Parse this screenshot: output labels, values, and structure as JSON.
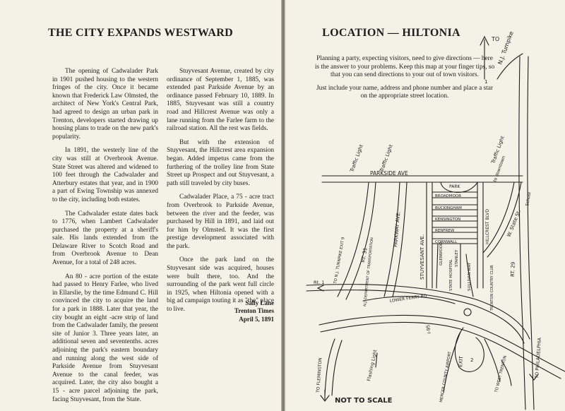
{
  "left_page": {
    "title": "THE CITY EXPANDS WESTWARD",
    "column1": [
      "The opening of Cadwalader Park in 1901 pushed housing to the western fringes of the city. Once it became known that Frederick Law Olmsted, the architect of New York's Central Park, had agreed to design an urban park in Trenton, developers started drawing up housing plans to trade on the new park's popularity.",
      "In 1891, the westerly line of the city was still at Overbrook Avenue. State Street was altered and widened to 100 feet through the Cadwalader and Atterbury estates that year, and in 1900 a part of Ewing Township was annexed to the city, including both estates.",
      "The Cadwalader estate dates back to 1776, when Lambert Cadwalader purchased the property at a sheriff's sale. His lands extended from the Delaware River to Scotch Road and from Overbrook Avenue to Dean Avenue, for a total of 248 acres.",
      "An 80 - acre portion of the estate had passed to Henry Farlee, who lived in Ellarslie, by the time Edmund C. Hill convinced the city to acquire the land for a park in 1888. Later that year, the city bought an eight -acre strip of land from the Cadwalader family, the present site of Junior 3. Three years later, an additional seven and seventenths. acres adjoining the park's eastern boundary and running along the west side of Parkside Avenue from Stuyvesant Avenue to the canal feeder, was acquired. Later, the city also bought a 15 - acre parcel adjoining the park, facing Stuyvesant, from the State."
    ],
    "column2": [
      "Stuyvesant Avenue, created by city ordinance of September 1, 1885, was extended past Parkside Avenue by an ordinance passed February 10, 1889. In 1885, Stuyvesant was still a country road and Hillcrest Avenue was only a lane running from the Farlee farm to the railroad station. All the rest was fields.",
      "But with the extension of Stuyvesant, the Hillcrest area expansion began. Added impetus came from the furthering of the trolley line from State Street up Prospect and out Stuyvesant, a path still traveled by city buses.",
      "Cadwalader Place, a 75 - acre tract from Overbrook to Parkside Avenue, between the river and the feeder, was purchased by Hill in 1891, and laid out for him by Olmsted. It was the first prestige development associated with the park.",
      "Once the park land on the Stuyvesant side was acquired, houses were built there, too. And the surrounding of the park went full circle in 1925, when Hiltonia opened with a big ad campaign touting it as \"the\" place to live."
    ],
    "byline": {
      "author": "Sally Lane",
      "paper": "Trenton Times",
      "date": "April 5, 1891"
    }
  },
  "right_page": {
    "title": "LOCATION — HILTONIA",
    "intro": [
      "Planning a party, expecting visitors, need to give directions — here is the answer to your problems. Keep this map at your finger tips, so that you can send directions to your out of town visitors.",
      "Just include your name, address and phone number and place a star on the appropriate street location."
    ],
    "map": {
      "labels": {
        "to_nj_turnpike_to": "TO",
        "to_nj_turnpike": "N.J. Turnpike",
        "route_1": "1",
        "traffic_light": "Traffic Light",
        "parkside_ave": "PARKSIDE AVE",
        "park": "PARK",
        "broadmoor": "BROADMOOR",
        "buckingham": "BUCKINGHAM",
        "kensington": "KENSINGTON",
        "renfrew": "RENFREW",
        "cornwall": "CORNWALL",
        "hillcrest_blvd": "HILLCREST BLVD",
        "to_downtown": "to downtown",
        "w_state_st": "W. State St.",
        "school": "School",
        "rt31": "RT. 31",
        "parkway_ave": "PARKWAY AVE.",
        "stuyvesant_ave": "STUYVESANT AVE.",
        "glenwood": "GLENWOOD",
        "stanley": "STANLEY",
        "state_hospital": "STATE HOSPITAL",
        "sullivan_way": "SULLIVAN WAY",
        "trenton_country_club": "TRENTON COUNTRY CLUB",
        "rt29": "RT. 29",
        "to_nj_turnpike_exit9": "TO N.J. TURNPIKE EXIT 9",
        "nj_dept_transportation": "N.J. DEPARTMENT OF TRANSPORTATION",
        "rt1": "Rt. 1",
        "lower_ferry_rd": "LOWER FERRY RD",
        "to_philadelphia": "TO PHILADELPHIA",
        "to_flemington": "TO FLEMINGTON",
        "flashing_light": "Flashing Light",
        "i95": "I-95",
        "mercer_county_airport": "MERCER COUNTY AIRPORT",
        "exit": "EXIT",
        "exit_num": "2",
        "to_west_trenton": "TO WEST TRENTON",
        "not_to_scale": "NOT TO SCALE"
      }
    }
  }
}
